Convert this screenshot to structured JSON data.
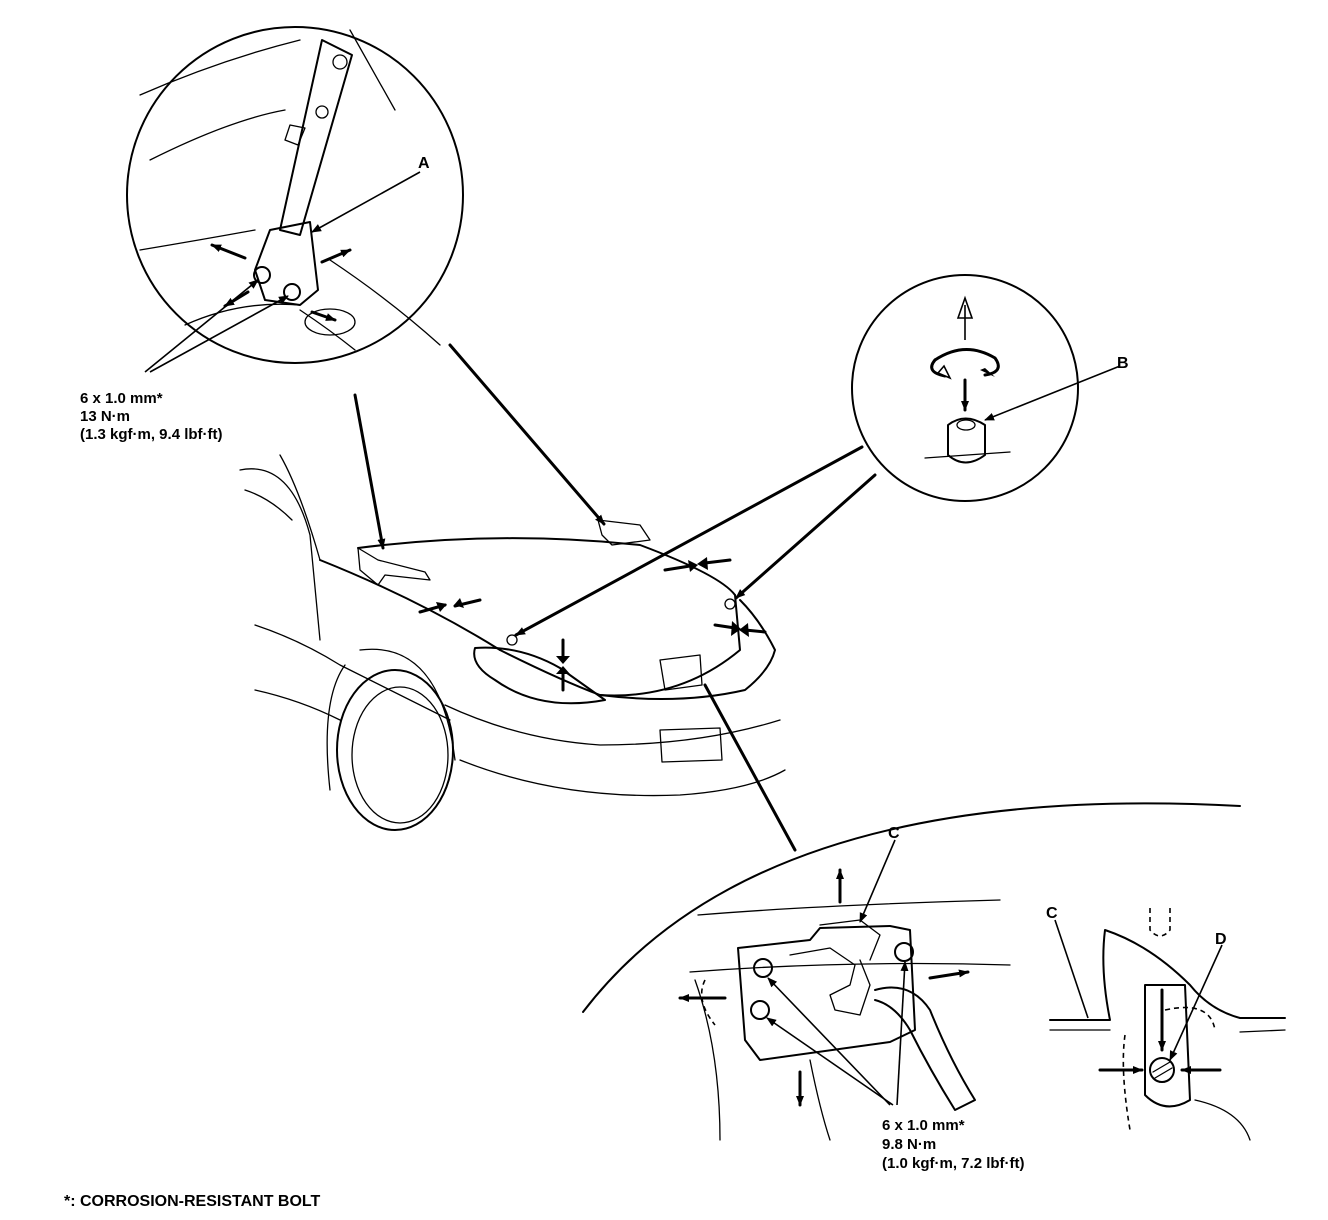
{
  "callouts": {
    "A": "A",
    "B": "B",
    "C_main": "C",
    "C_detail": "C",
    "D": "D"
  },
  "spec_hinge": {
    "size": "6 x 1.0 mm*",
    "torque": "13 N·m",
    "torque_alt": "(1.3 kgf·m, 9.4 lbf·ft)"
  },
  "spec_latch": {
    "size": "6 x 1.0 mm*",
    "torque": "9.8 N·m",
    "torque_alt": "(1.0 kgf·m, 7.2 lbf·ft)"
  },
  "footnote": "*: CORROSION-RESISTANT BOLT"
}
